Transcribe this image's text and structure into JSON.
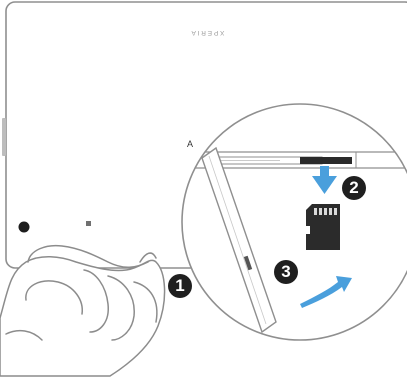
{
  "figure": {
    "brand_text": "XPERIA",
    "callout_letter": "A",
    "steps": [
      {
        "number": "1",
        "action": "open-cover"
      },
      {
        "number": "2",
        "action": "insert-card"
      },
      {
        "number": "3",
        "action": "close-cover"
      }
    ],
    "colors": {
      "device_outline": "#8f8f8f",
      "device_body": "#ffffff",
      "arrow": "#4a9fdc",
      "badge": "#1f1f1f",
      "badge_text": "#ffffff",
      "card": "#2b2b2b"
    },
    "icons": [
      "tablet-device",
      "magnifier-callout",
      "memory-card-icon",
      "down-arrow-icon",
      "curved-arrow-icon",
      "hand-illustration"
    ]
  }
}
